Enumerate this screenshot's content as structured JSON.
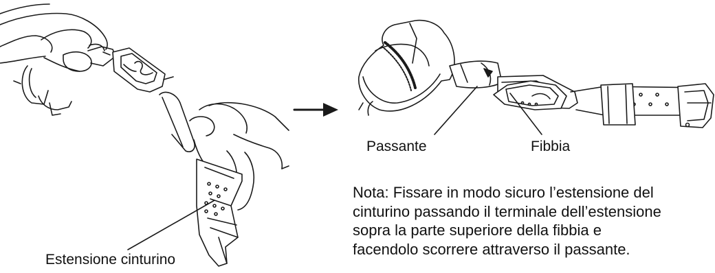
{
  "labels": {
    "extension": "Estensione cinturino",
    "loop": "Passante",
    "buckle": "Fibbia"
  },
  "note": {
    "lines": [
      "Nota: Fissare in modo sicuro l’estensione del",
      "cinturino passando il terminale dell’estensione",
      "sopra la parte superiore della fibbia e",
      "facendolo scorrere attraverso il passante."
    ]
  },
  "icons": {
    "step_arrow": "right-arrow-icon"
  },
  "colors": {
    "line": "#1a1a1a",
    "fill": "#ffffff"
  }
}
